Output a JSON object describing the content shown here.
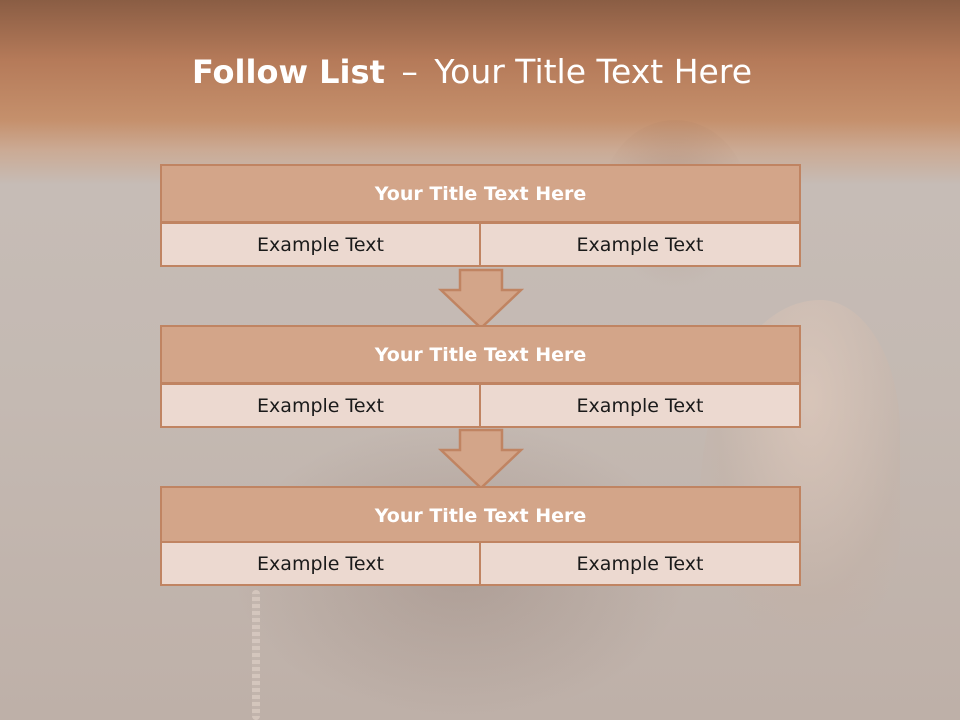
{
  "title": {
    "bold": "Follow List",
    "separator": "–",
    "rest": "Your Title Text Here"
  },
  "blocks": [
    {
      "title": "Your Title Text Here",
      "left": "Example Text",
      "right": "Example Text"
    },
    {
      "title": "Your Title Text Here",
      "left": "Example Text",
      "right": "Example Text"
    },
    {
      "title": "Your Title Text Here",
      "left": "Example Text",
      "right": "Example Text"
    }
  ],
  "colors": {
    "header_fill": "#d3a589",
    "border": "#c08462",
    "cell_fill": "#ecd9d0",
    "arrow_fill": "#d3a589"
  }
}
